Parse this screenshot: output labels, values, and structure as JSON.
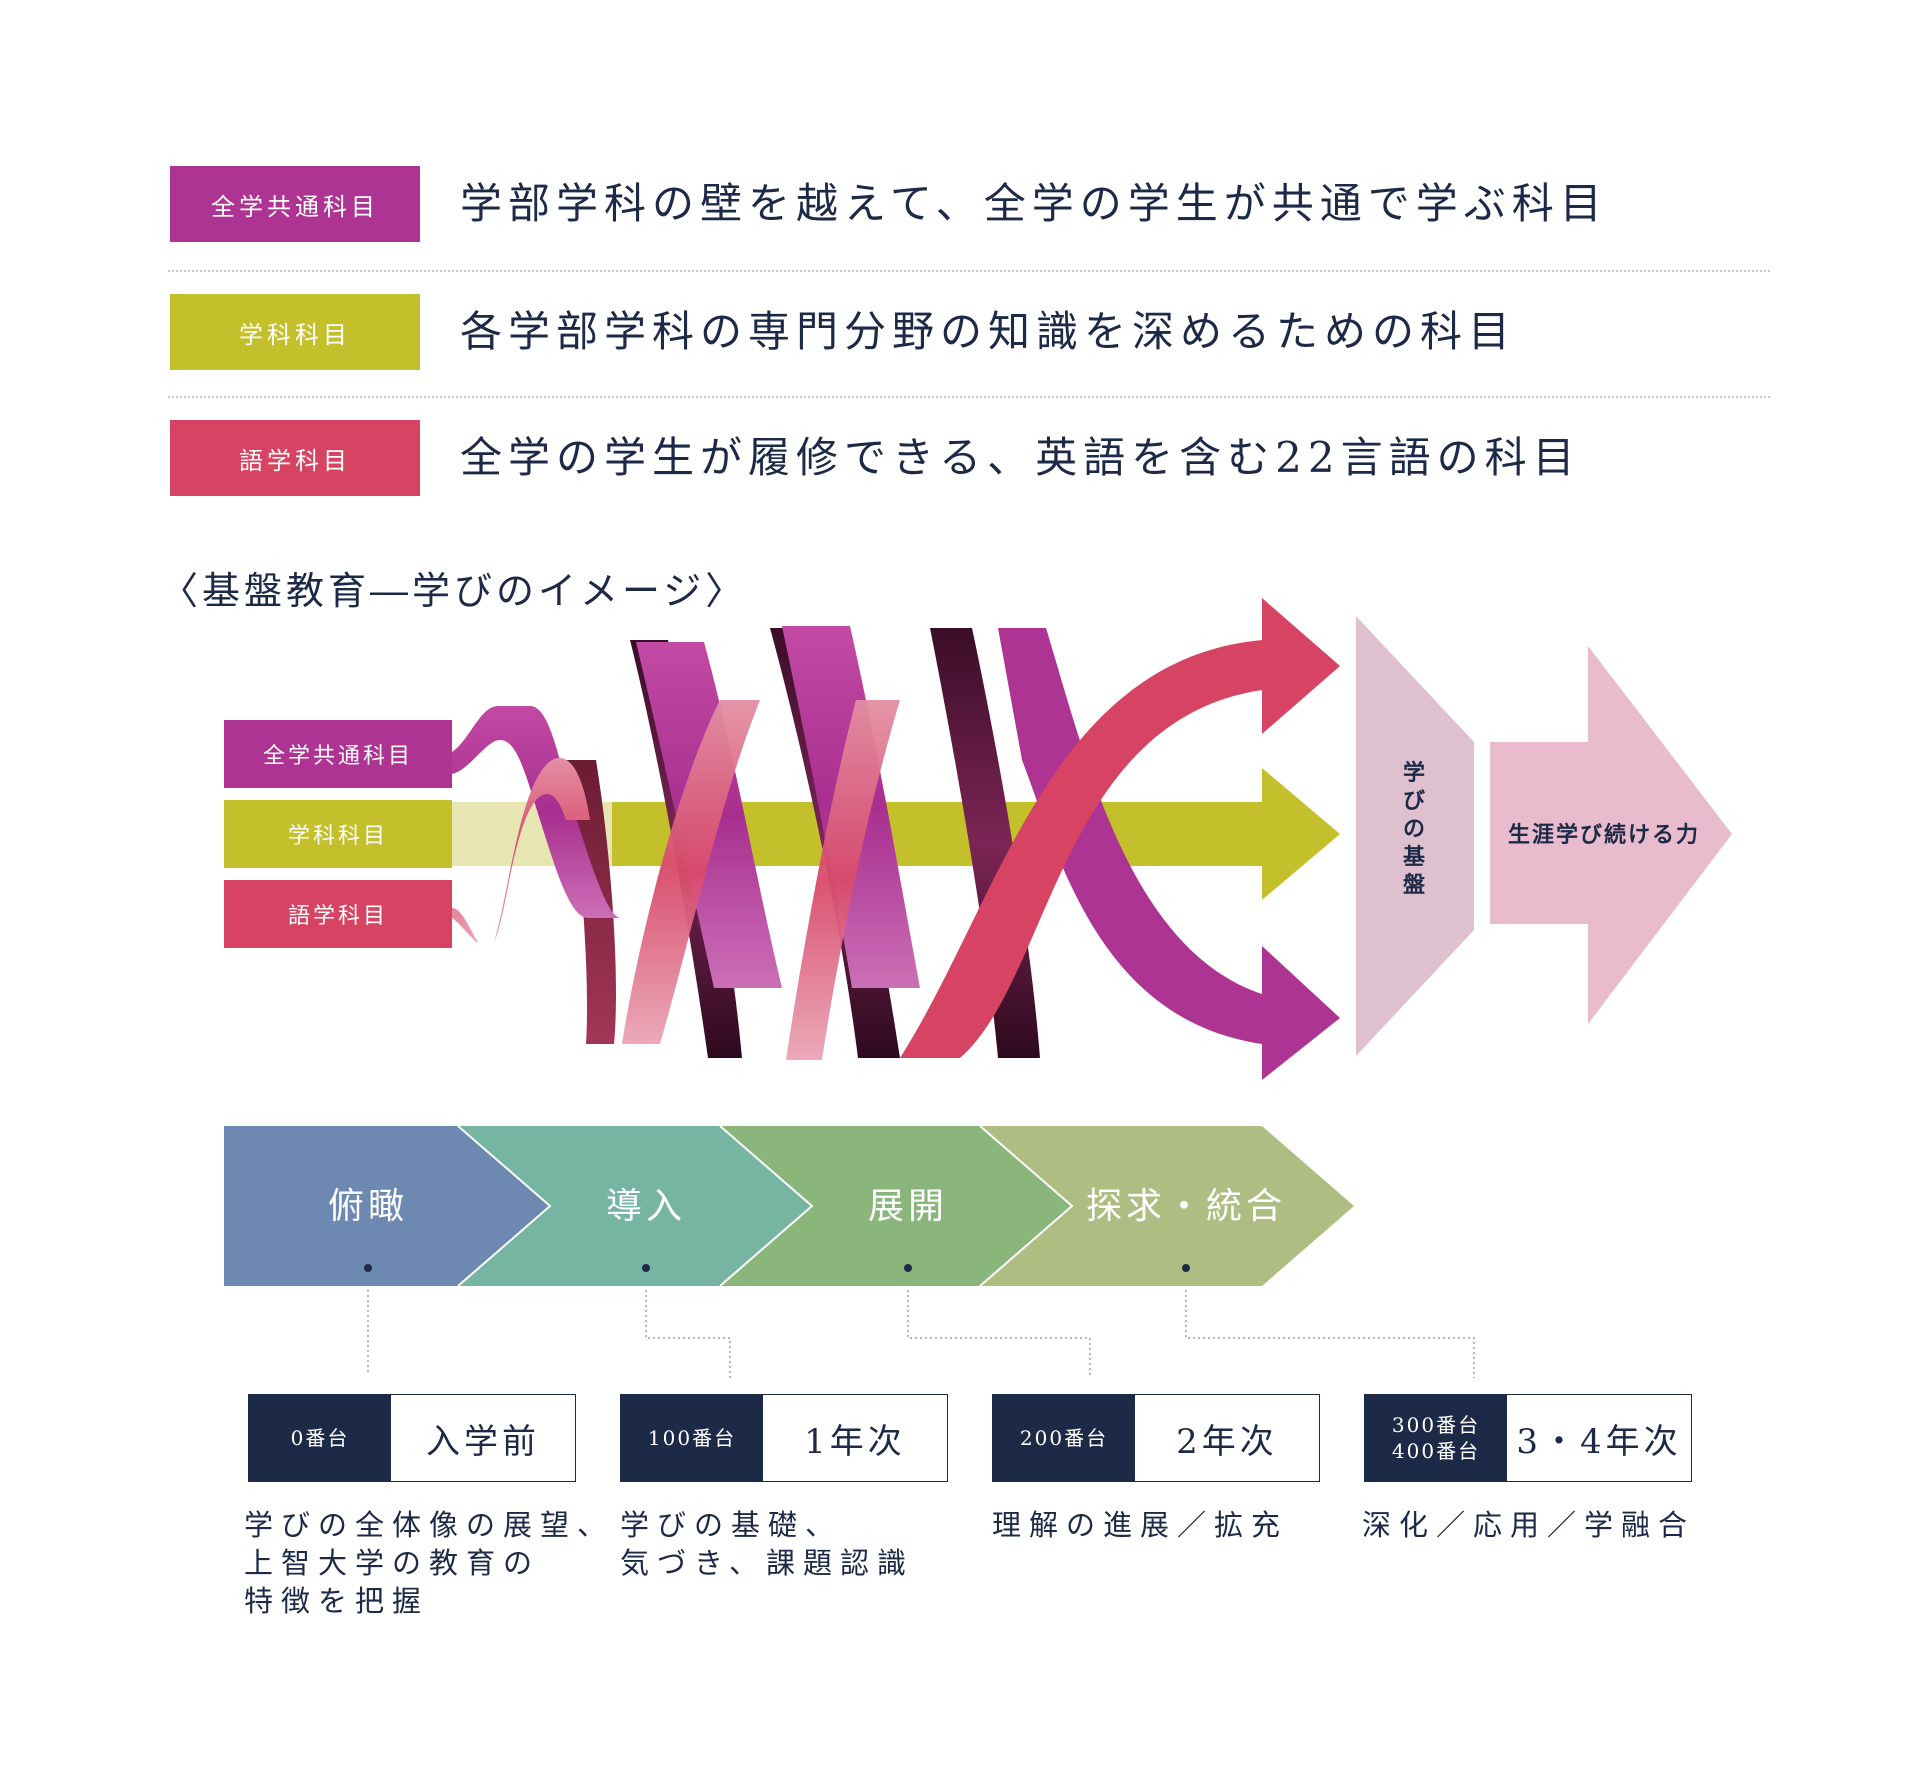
{
  "legend": [
    {
      "tag": "全学共通科目",
      "desc": "学部学科の壁を越えて、全学の学生が共通で学ぶ科目",
      "color": "#ad3492"
    },
    {
      "tag": "学科科目",
      "desc": "各学部学科の専門分野の知識を深めるための科目",
      "color": "#c4c02c"
    },
    {
      "tag": "語学科目",
      "desc": "全学の学生が履修できる、英語を含む22言語の科目",
      "color": "#d64363"
    }
  ],
  "section_title": "〈基盤教育―学びのイメージ〉",
  "diagram": {
    "inputs": [
      "全学共通科目",
      "学科科目",
      "語学科目"
    ],
    "foundation_label": "学びの基盤",
    "lifelong_label": "生涯学び続ける力",
    "colors": {
      "purple": "#ad3492",
      "yellow": "#c4c02c",
      "pink": "#d64363",
      "foundation": "#dfc0ce",
      "lifelong": "#e9bccd"
    }
  },
  "stages": [
    {
      "label": "俯瞰",
      "color": "#6d89b1"
    },
    {
      "label": "導入",
      "color": "#76b5a1"
    },
    {
      "label": "展開",
      "color": "#8ab67c"
    },
    {
      "label": "探求・統合",
      "color": "#aebe82"
    }
  ],
  "years": [
    {
      "code": [
        "0番台"
      ],
      "label": "入学前",
      "desc": [
        "学びの全体像の展望、",
        "上智大学の教育の",
        "特徴を把握"
      ]
    },
    {
      "code": [
        "100番台"
      ],
      "label": "1年次",
      "desc": [
        "学びの基礎、",
        "気づき、課題認識"
      ]
    },
    {
      "code": [
        "200番台"
      ],
      "label": "2年次",
      "desc": [
        "理解の進展／拡充"
      ]
    },
    {
      "code": [
        "300番台",
        "400番台"
      ],
      "label": "3・4年次",
      "desc": [
        "深化／応用／学融合"
      ]
    }
  ]
}
